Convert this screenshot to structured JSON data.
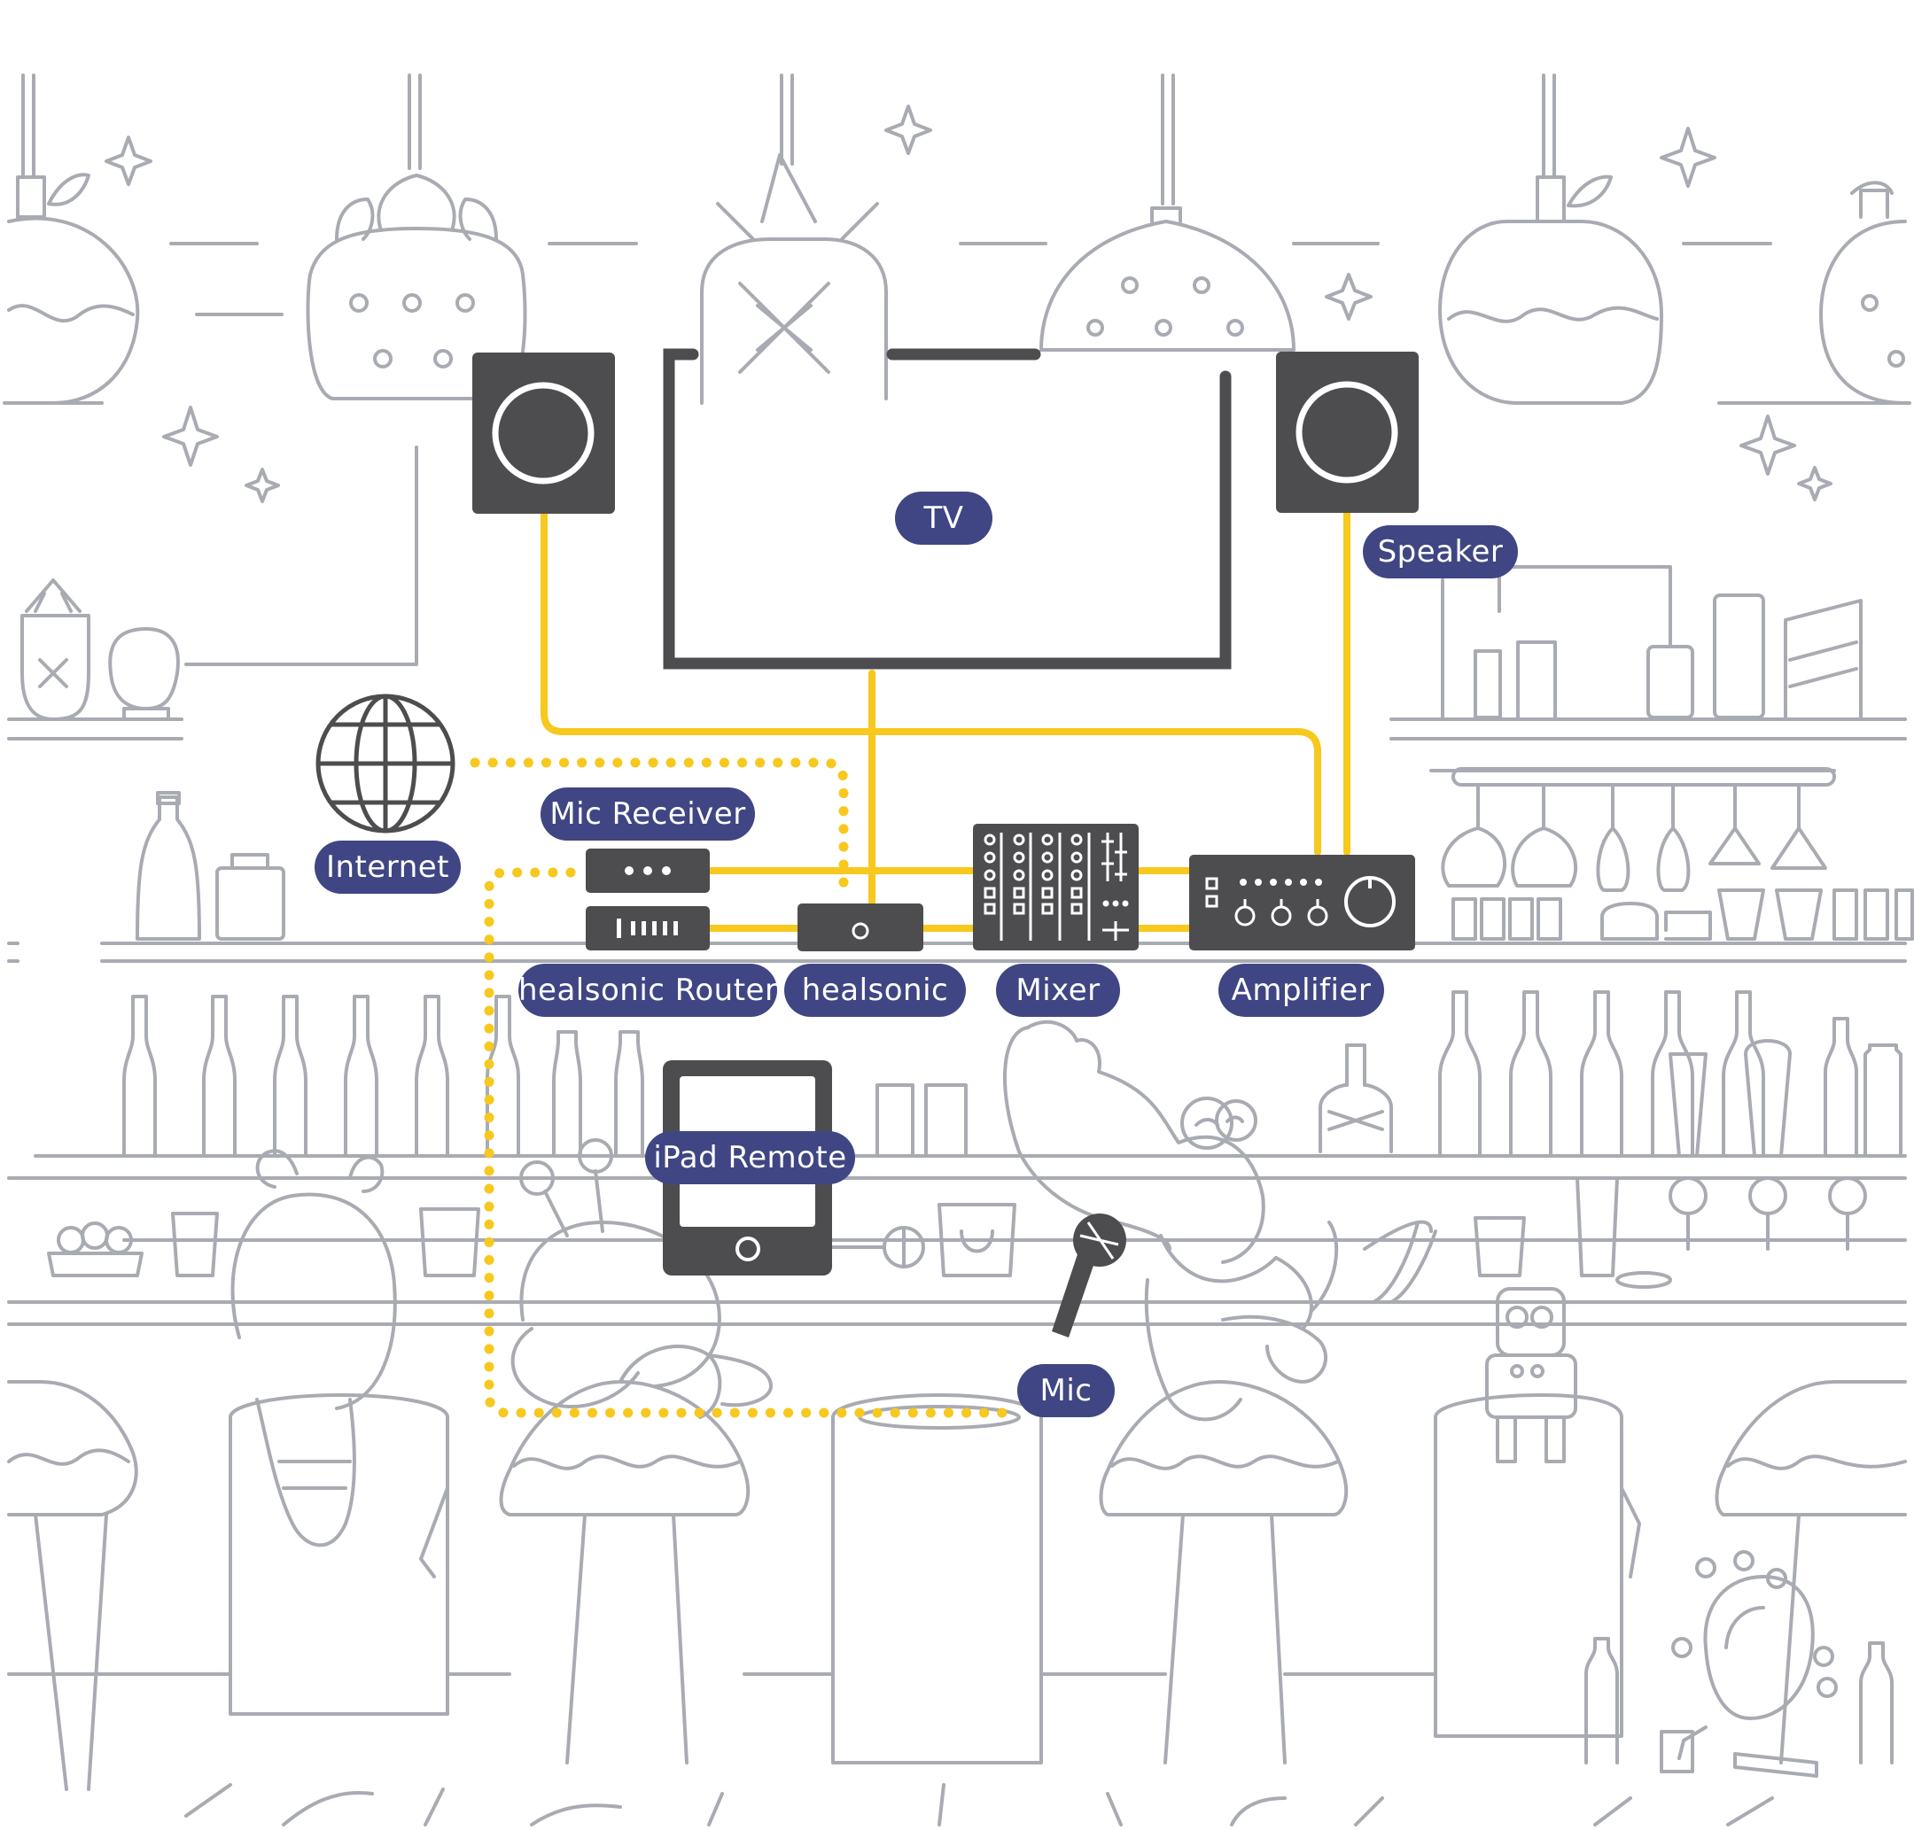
{
  "colors": {
    "label_bg": "#3f4683",
    "label_text": "#ffffff",
    "line_art": "#a9abb3",
    "device": "#4d4d4f",
    "cable": "#f7c81e"
  },
  "labels": {
    "tv": "TV",
    "speaker": "Speaker",
    "internet": "Internet",
    "mic_receiver": "Mic Receiver",
    "healsonic_router": "healsonic Router",
    "healsonic": "healsonic",
    "mixer": "Mixer",
    "amplifier": "Amplifier",
    "ipad_remote": "iPad Remote",
    "mic": "Mic"
  },
  "icons": {
    "internet": "globe-icon",
    "speaker": "speaker-icon",
    "tv": "tv-screen-icon",
    "mixer": "mixer-icon",
    "amplifier": "amplifier-icon",
    "router": "router-icon",
    "ipad": "tablet-icon",
    "mic": "microphone-icon"
  }
}
